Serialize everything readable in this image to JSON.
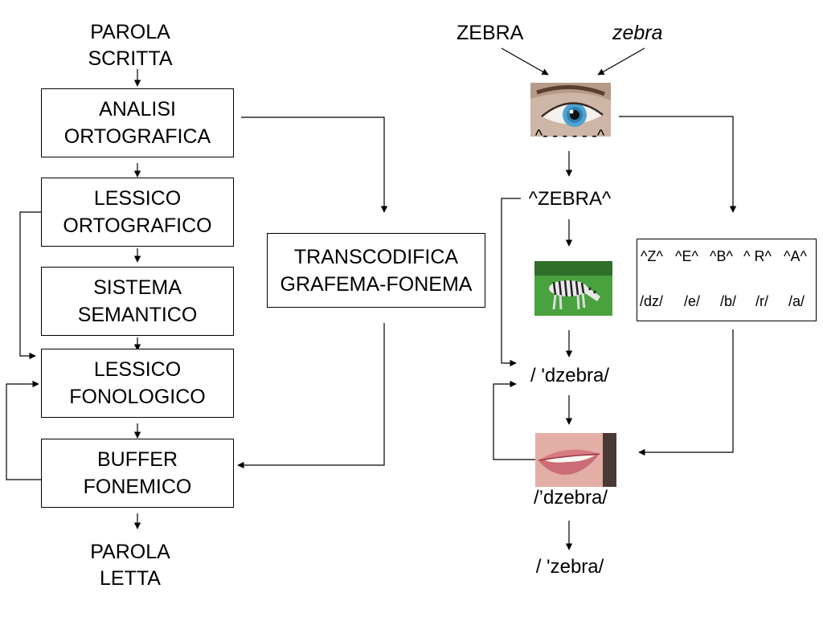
{
  "left": {
    "input": "PAROLA\nSCRITTA",
    "boxes": {
      "analisi": "ANALISI\nORTOGRAFICA",
      "lessico_ort": "LESSICO\nORTOGRAFICO",
      "sistema": "SISTEMA\nSEMANTICO",
      "lessico_fon": "LESSICO\nFONOLOGICO",
      "buffer": "BUFFER\nFONEMICO"
    },
    "output": "PAROLA\nLETTA",
    "transcodifica": "TRANSCODIFICA\nGRAFEMA-FONEMA"
  },
  "right": {
    "word_upper": "ZEBRA",
    "word_italic": "zebra",
    "eye_mark": "^- - - - - -^",
    "lexical": "^ZEBRA^",
    "phon1": "/ 'dzebra/",
    "phon2": "/’dzebra/",
    "final": "/ 'zebra/",
    "graphemes": [
      "^Z^",
      "^E^",
      "^B^",
      "^ R^",
      "^A^"
    ],
    "phonemes": [
      "/dz/",
      "/e/",
      "/b/",
      "/r/",
      "/a/"
    ],
    "images": [
      "eye-icon",
      "zebra-icon",
      "mouth-icon"
    ]
  }
}
